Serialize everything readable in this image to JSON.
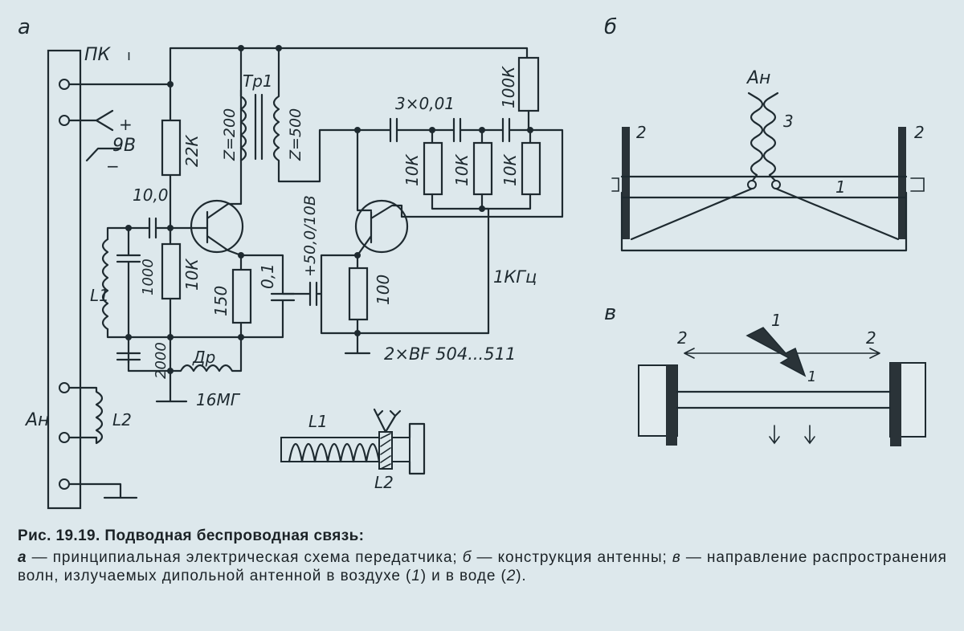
{
  "panel_labels": {
    "a": "а",
    "b": "б",
    "v": "в"
  },
  "schematic": {
    "pk": "ПК",
    "pk_mark": "ı",
    "plus": "+",
    "minus": "−",
    "battery": "9В",
    "r1": "22К",
    "c1": "10,0",
    "r2": "10К",
    "c2": "1000",
    "l1": "L1",
    "c3": "2000",
    "an": "Ан",
    "l2": "L2",
    "r3": "150",
    "c4": "0,1",
    "choke": "Др",
    "choke_value": "16МГ",
    "tr": "Тр1",
    "z1": "Z=200",
    "z2": "Z=500",
    "c5": "+50,0/10В",
    "r4": "100",
    "caps": "3×0,01",
    "r5": "100К",
    "r6": "10К",
    "r7": "10К",
    "r8": "10К",
    "freq": "1КГц",
    "transistors": "2×BF 504...511",
    "coil_l1": "L1",
    "coil_l2": "L2"
  },
  "antenna_b": {
    "an": "Ан",
    "n3": "3",
    "n2_left": "2",
    "n2_right": "2",
    "n1": "1"
  },
  "waves_v": {
    "n1_top": "1",
    "n1_bottom": "1",
    "n2_left": "2",
    "n2_right": "2"
  },
  "caption": {
    "title": "Рис. 19.19. Подводная беспроводная связь:",
    "a_letter": "а",
    "a_text": " — принципиальная электрическая схема передатчика; ",
    "b_letter": "б",
    "b_text": " — конструкция антенны; ",
    "v_letter": "в",
    "v_text": " — направление распространения волн, излучаемых дипольной антенной в воздухе (",
    "n1": "1",
    "mid": ") и в воде (",
    "n2": "2",
    "end": ")."
  }
}
